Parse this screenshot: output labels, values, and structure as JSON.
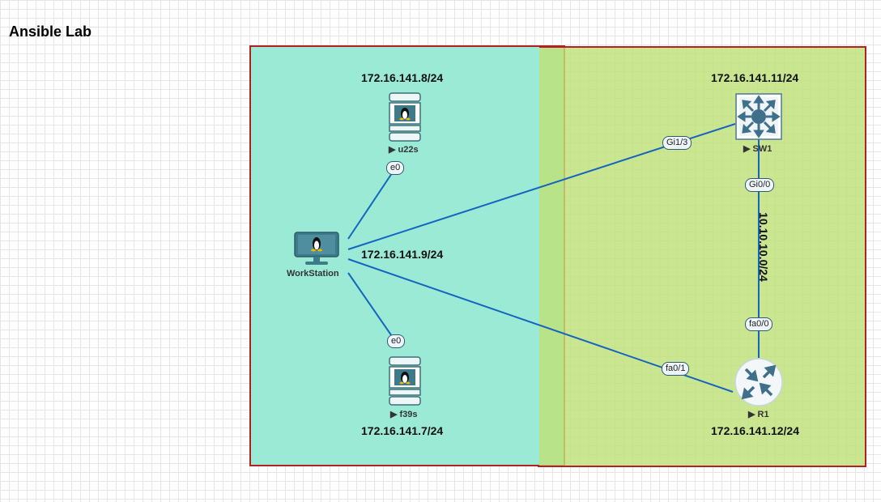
{
  "title": "Ansible Lab",
  "subnet_label": "10.10.10.0/24",
  "colors": {
    "zone_left": "#9aead6",
    "zone_right": "#c5e48a",
    "zone_border": "#b22222",
    "link": "#1565c0"
  },
  "nodes": {
    "u22s": {
      "name": "u22s",
      "ip": "172.16.141.8/24",
      "icon": "linux-server-icon"
    },
    "workstation": {
      "name": "WorkStation",
      "ip": "172.16.141.9/24",
      "icon": "linux-desktop-icon"
    },
    "f39s": {
      "name": "f39s",
      "ip": "172.16.141.7/24",
      "icon": "linux-server-icon"
    },
    "sw1": {
      "name": "SW1",
      "ip": "172.16.141.11/24",
      "icon": "switch-icon"
    },
    "r1": {
      "name": "R1",
      "ip": "172.16.141.12/24",
      "icon": "router-icon"
    }
  },
  "interfaces": {
    "u22s_e0": "e0",
    "f39s_e0": "e0",
    "sw1_gi13": "Gi1/3",
    "sw1_gi00": "Gi0/0",
    "r1_fa00": "fa0/0",
    "r1_fa01": "fa0/1"
  }
}
